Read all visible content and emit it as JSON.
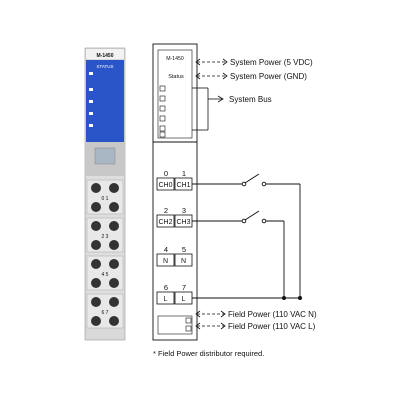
{
  "module": {
    "model_label": "M-1450",
    "top_label": "M-1450",
    "status_label": "Status",
    "photo_brand": "STATUS"
  },
  "connections": {
    "system_power_5v": "System Power (5 VDC)",
    "system_power_gnd": "System Power (GND)",
    "system_bus": "System Bus",
    "field_power_n": "Field Power (110 VAC N)",
    "field_power_l": "Field Power (110 VAC L)"
  },
  "terminals": [
    {
      "pin_left": "0",
      "pin_right": "1",
      "label_left": "CH0",
      "label_right": "CH1"
    },
    {
      "pin_left": "2",
      "pin_right": "3",
      "label_left": "CH2",
      "label_right": "CH3"
    },
    {
      "pin_left": "4",
      "pin_right": "5",
      "label_left": "N",
      "label_right": "N"
    },
    {
      "pin_left": "6",
      "pin_right": "7",
      "label_left": "L",
      "label_right": "L"
    }
  ],
  "photo_labels": [
    "0 1",
    "2 3",
    "4 5",
    "6 7"
  ],
  "footnote": "* Field Power distributor required.",
  "colors": {
    "line": "#111111",
    "module_fill": "#ffffff",
    "photo_blue": "#2a55c8",
    "photo_gray": "#c8c8c8"
  }
}
